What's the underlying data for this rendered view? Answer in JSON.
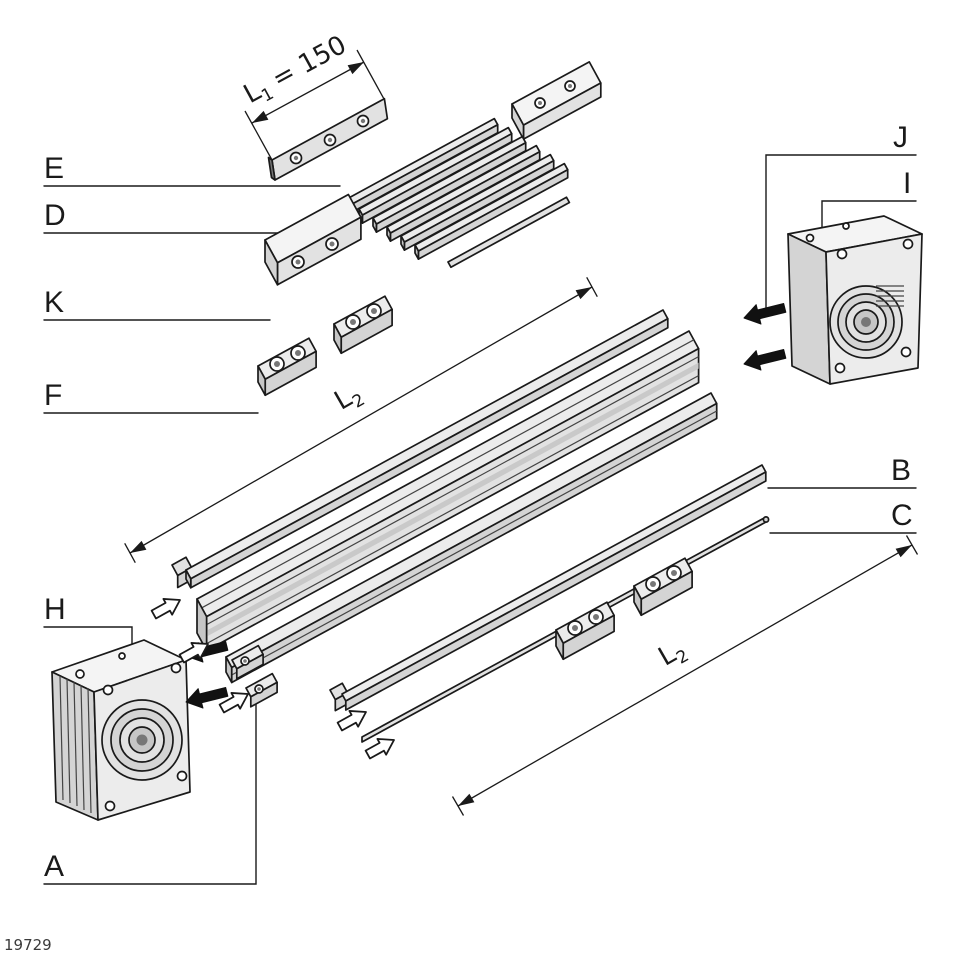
{
  "figure": {
    "number": "19729"
  },
  "callouts": {
    "e": "E",
    "d": "D",
    "k": "K",
    "f": "F",
    "h": "H",
    "a": "A",
    "j": "J",
    "i": "I",
    "b": "B",
    "c": "C"
  },
  "dimensions": {
    "l1": {
      "label": "L",
      "sub": "1",
      "value": "= 150"
    },
    "l2_upper": {
      "label": "L",
      "sub": "2"
    },
    "l2_lower": {
      "label": "L",
      "sub": "2"
    }
  },
  "icons": {
    "insertion_arrow": "open-outline-arrow",
    "mounting_arrow": "solid-black-arrow"
  },
  "colors": {
    "line": "#1a1a1a",
    "fill_light": "#f4f4f4",
    "fill_mid": "#e2e2e2",
    "fill_dark": "#c6c6c6",
    "arrow": "#111111",
    "background": "#ffffff"
  }
}
